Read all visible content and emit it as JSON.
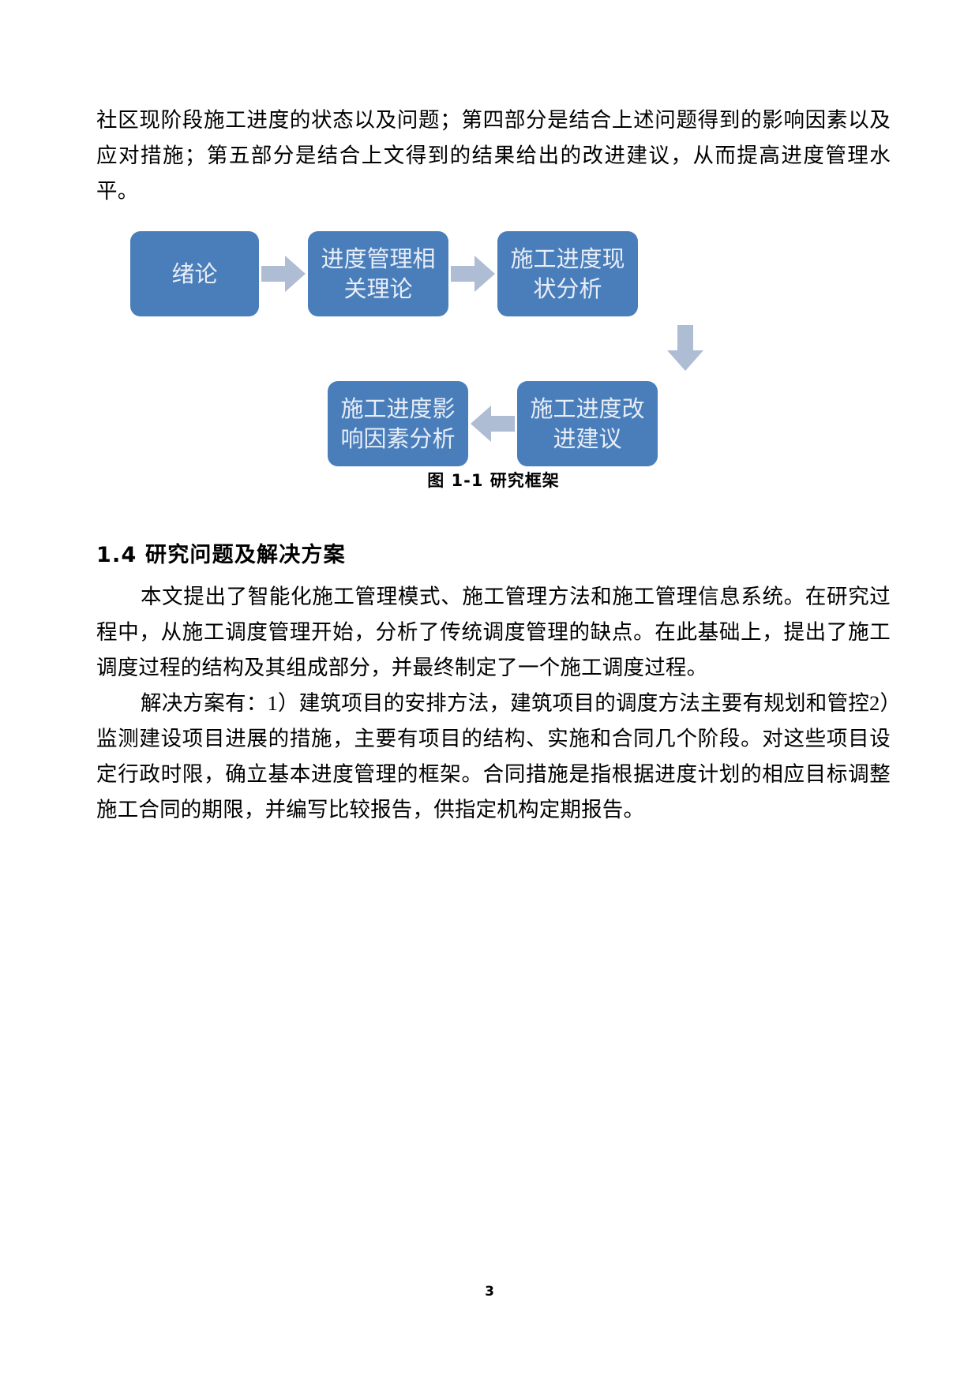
{
  "document": {
    "page_number": "3",
    "intro_paragraph": "社区现阶段施工进度的状态以及问题；第四部分是结合上述问题得到的影响因素以及应对措施；第五部分是结合上文得到的结果给出的改进建议，从而提高进度管理水平。",
    "section": {
      "heading": "1.4  研究问题及解决方案",
      "paragraph_1": "本文提出了智能化施工管理模式、施工管理方法和施工管理信息系统。在研究过程中，从施工调度管理开始，分析了传统调度管理的缺点。在此基础上，提出了施工调度过程的结构及其组成部分，并最终制定了一个施工调度过程。",
      "paragraph_2": "解决方案有：1）建筑项目的安排方法，建筑项目的调度方法主要有规划和管控2）监测建设项目进展的措施，主要有项目的结构、实施和合同几个阶段。对这些项目设定行政时限，确立基本进度管理的框架。合同措施是指根据进度计划的相应目标调整施工合同的期限，并编写比较报告，供指定机构定期报告。"
    }
  },
  "figure": {
    "caption": "图 1-1  研究框架",
    "box_fill_color": "#4A7EBB",
    "box_text_color": "#E8EEF7",
    "arrow_color": "#AEBDD4",
    "nodes": [
      {
        "id": "node-intro",
        "label": "绪论"
      },
      {
        "id": "node-theory",
        "line1": "进度管理相",
        "line2": "关理论"
      },
      {
        "id": "node-status",
        "line1": "施工进度现",
        "line2": "状分析"
      },
      {
        "id": "node-improvement",
        "line1": "施工进度改",
        "line2": "进建议"
      },
      {
        "id": "node-factors",
        "line1": "施工进度影",
        "line2": "响因素分析"
      }
    ],
    "arrows": [
      {
        "id": "arrow-intro-to-theory",
        "direction": "right"
      },
      {
        "id": "arrow-theory-to-status",
        "direction": "right"
      },
      {
        "id": "arrow-status-to-improvement",
        "direction": "down"
      },
      {
        "id": "arrow-improvement-to-factors",
        "direction": "left"
      }
    ]
  }
}
